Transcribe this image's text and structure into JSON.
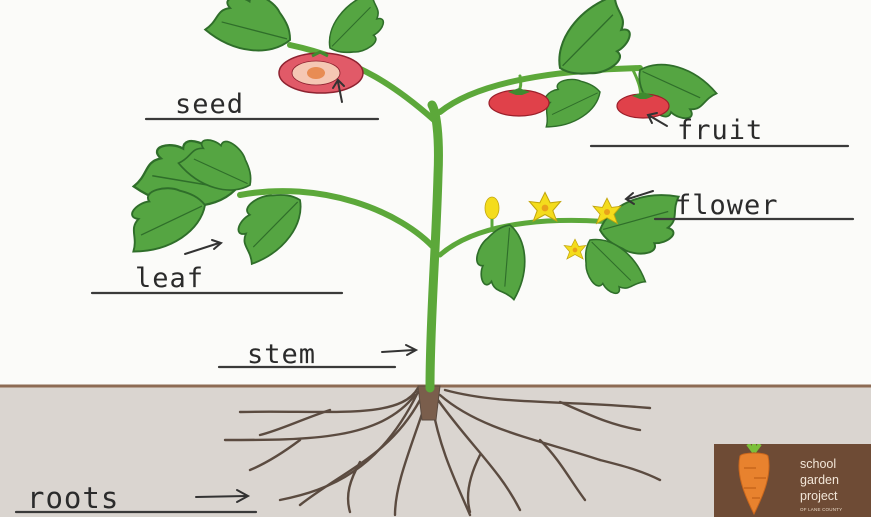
{
  "labels": {
    "seed": "seed",
    "fruit": "fruit",
    "flower": "flower",
    "leaf": "leaf",
    "stem": "stem",
    "roots": "roots"
  },
  "logo": {
    "line1": "school",
    "line2": "garden",
    "line3": "project",
    "line4": "OF LANE COUNTY"
  },
  "colors": {
    "soil": "#d9d4cf",
    "stem": "#5ca83a",
    "leaf": "#4d9e3c",
    "root": "#5a4a3e",
    "tomato": "#e0414a",
    "flower": "#f2d81a",
    "logo_bg": "#6e4b35",
    "logo_carrot": "#e8822e"
  }
}
